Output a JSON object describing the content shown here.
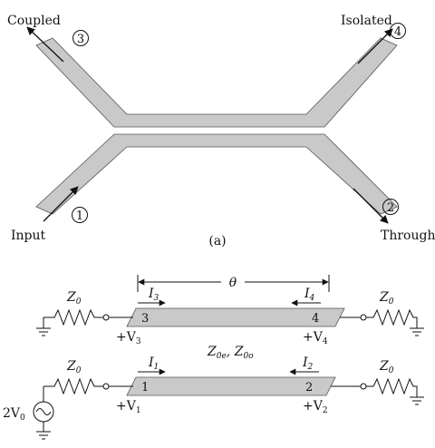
{
  "figure": {
    "caption": "(a)",
    "ports": {
      "coupled": {
        "label": "Coupled",
        "number": "3"
      },
      "isolated": {
        "label": "Isolated",
        "number": "4"
      },
      "input": {
        "label": "Input",
        "number": "1"
      },
      "through": {
        "label": "Through",
        "number": "2"
      }
    },
    "circuit": {
      "theta": "θ",
      "z_left": "Z",
      "z_sub": "0",
      "z_right": "Z",
      "source": "2V",
      "source_sub": "0",
      "line_impedance": "Z",
      "line_imp_even_sub": "0e",
      "line_imp_sep": ", Z",
      "line_imp_odd_sub": "0o",
      "top_left_port": "3",
      "top_right_port": "4",
      "bot_left_port": "1",
      "bot_right_port": "2",
      "i3": "I",
      "i3_sub": "3",
      "i4": "I",
      "i4_sub": "4",
      "i1": "I",
      "i1_sub": "1",
      "i2": "I",
      "i2_sub": "2",
      "v3": "+V",
      "v3_sub": "3",
      "v4": "+V",
      "v4_sub": "4",
      "v1": "+V",
      "v1_sub": "1",
      "v2": "+V",
      "v2_sub": "2"
    }
  }
}
